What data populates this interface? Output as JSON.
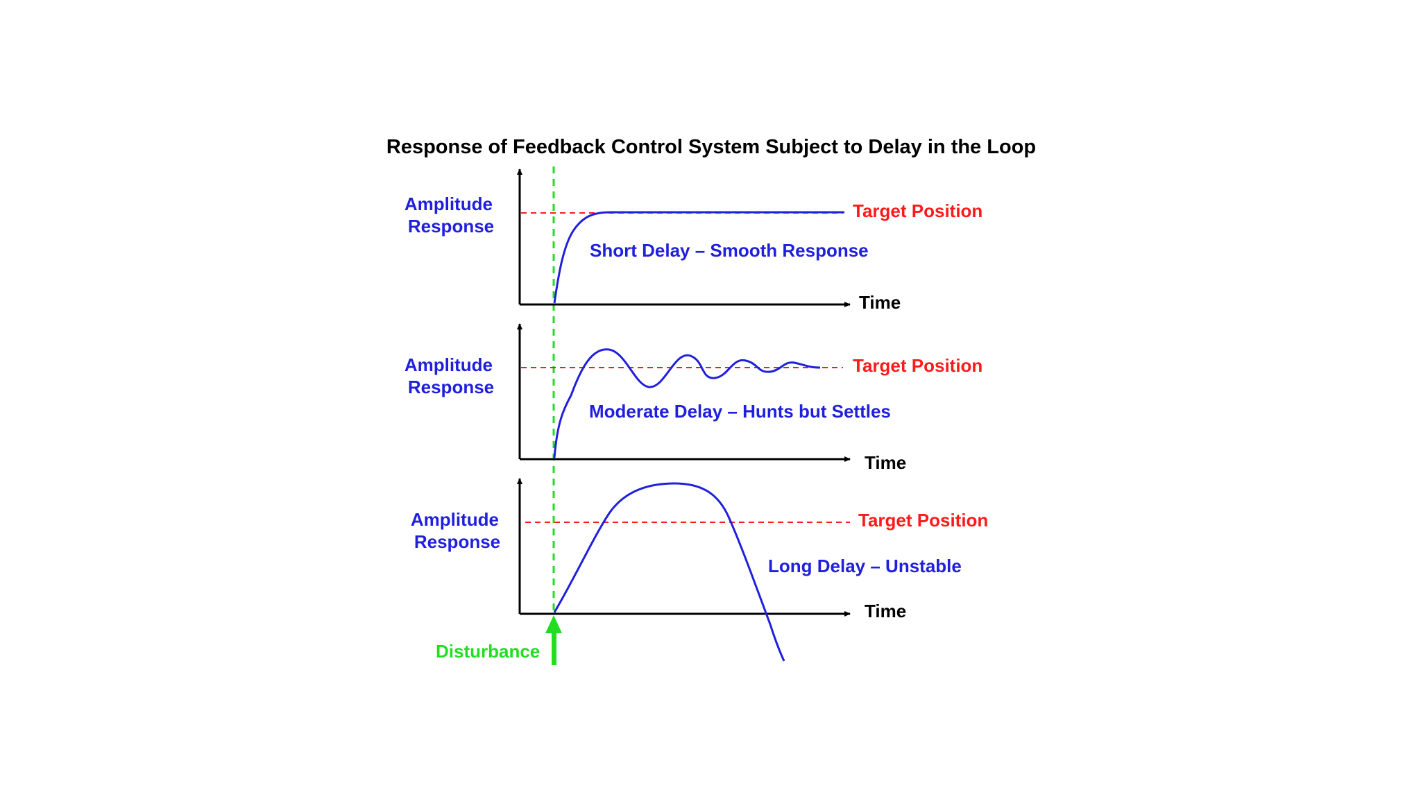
{
  "title": "Response of Feedback Control System Subject to Delay in the Loop",
  "colors": {
    "axis": "#000000",
    "response": "#1f1fdd",
    "target": "#ff1a1a",
    "disturbance": "#22dd22",
    "ylabel": "#1f1fdd",
    "case_label": "#1f1fdd"
  },
  "panels": [
    {
      "id": "short",
      "ylabel_line1": "Amplitude",
      "ylabel_line2": "Response",
      "target_label": "Target Position",
      "case_label": "Short Delay – Smooth Response",
      "time_label": "Time"
    },
    {
      "id": "moderate",
      "ylabel_line1": "Amplitude",
      "ylabel_line2": "Response",
      "target_label": "Target Position",
      "case_label": "Moderate Delay – Hunts but Settles",
      "time_label": "Time"
    },
    {
      "id": "long",
      "ylabel_line1": "Amplitude",
      "ylabel_line2": "Response",
      "target_label": "Target Position",
      "case_label": "Long Delay – Unstable",
      "time_label": "Time"
    }
  ],
  "disturbance_label": "Disturbance",
  "icons": {
    "disturbance": "up-arrow-icon",
    "axis_arrow": "arrow-head-icon"
  }
}
